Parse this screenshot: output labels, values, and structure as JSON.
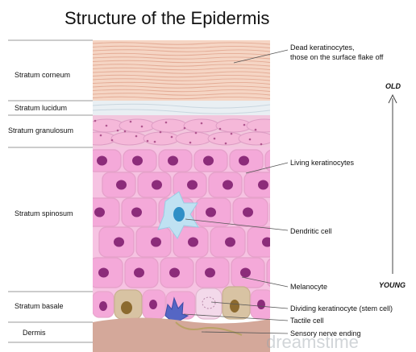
{
  "title": "Structure of the Epidermis",
  "layers": {
    "corneum": "Stratum corneum",
    "lucidum": "Stratum lucidum",
    "granulosum": "Stratum granulosum",
    "spinosum": "Stratum spinosum",
    "basale": "Stratum basale",
    "dermis": "Dermis"
  },
  "callouts": {
    "dead_line1": "Dead keratinocytes,",
    "dead_line2": "those on the surface flake off",
    "living": "Living keratinocytes",
    "dendritic": "Dendritic cell",
    "melanocyte": "Melanocyte",
    "dividing": "Dividing keratinocyte (stem cell)",
    "tactile": "Tactile cell",
    "sensory": "Sensory nerve ending"
  },
  "axis": {
    "old": "OLD",
    "young": "YOUNG"
  },
  "watermark": "dreamstime",
  "colors": {
    "corneum": "#f5d5c4",
    "lucidum": "#e9eff3",
    "granulosum": "#f2c6dd",
    "cell": "#f4a9d9",
    "nucleus": "#8c2c7a",
    "dendritic": "#bfe1f2",
    "dendritic_nucleus": "#2f8fc6",
    "melanocyte": "#d8c3a3",
    "melanin": "#8c6a2f",
    "tactile": "#5566c4",
    "dermis": "#d4a89a"
  }
}
